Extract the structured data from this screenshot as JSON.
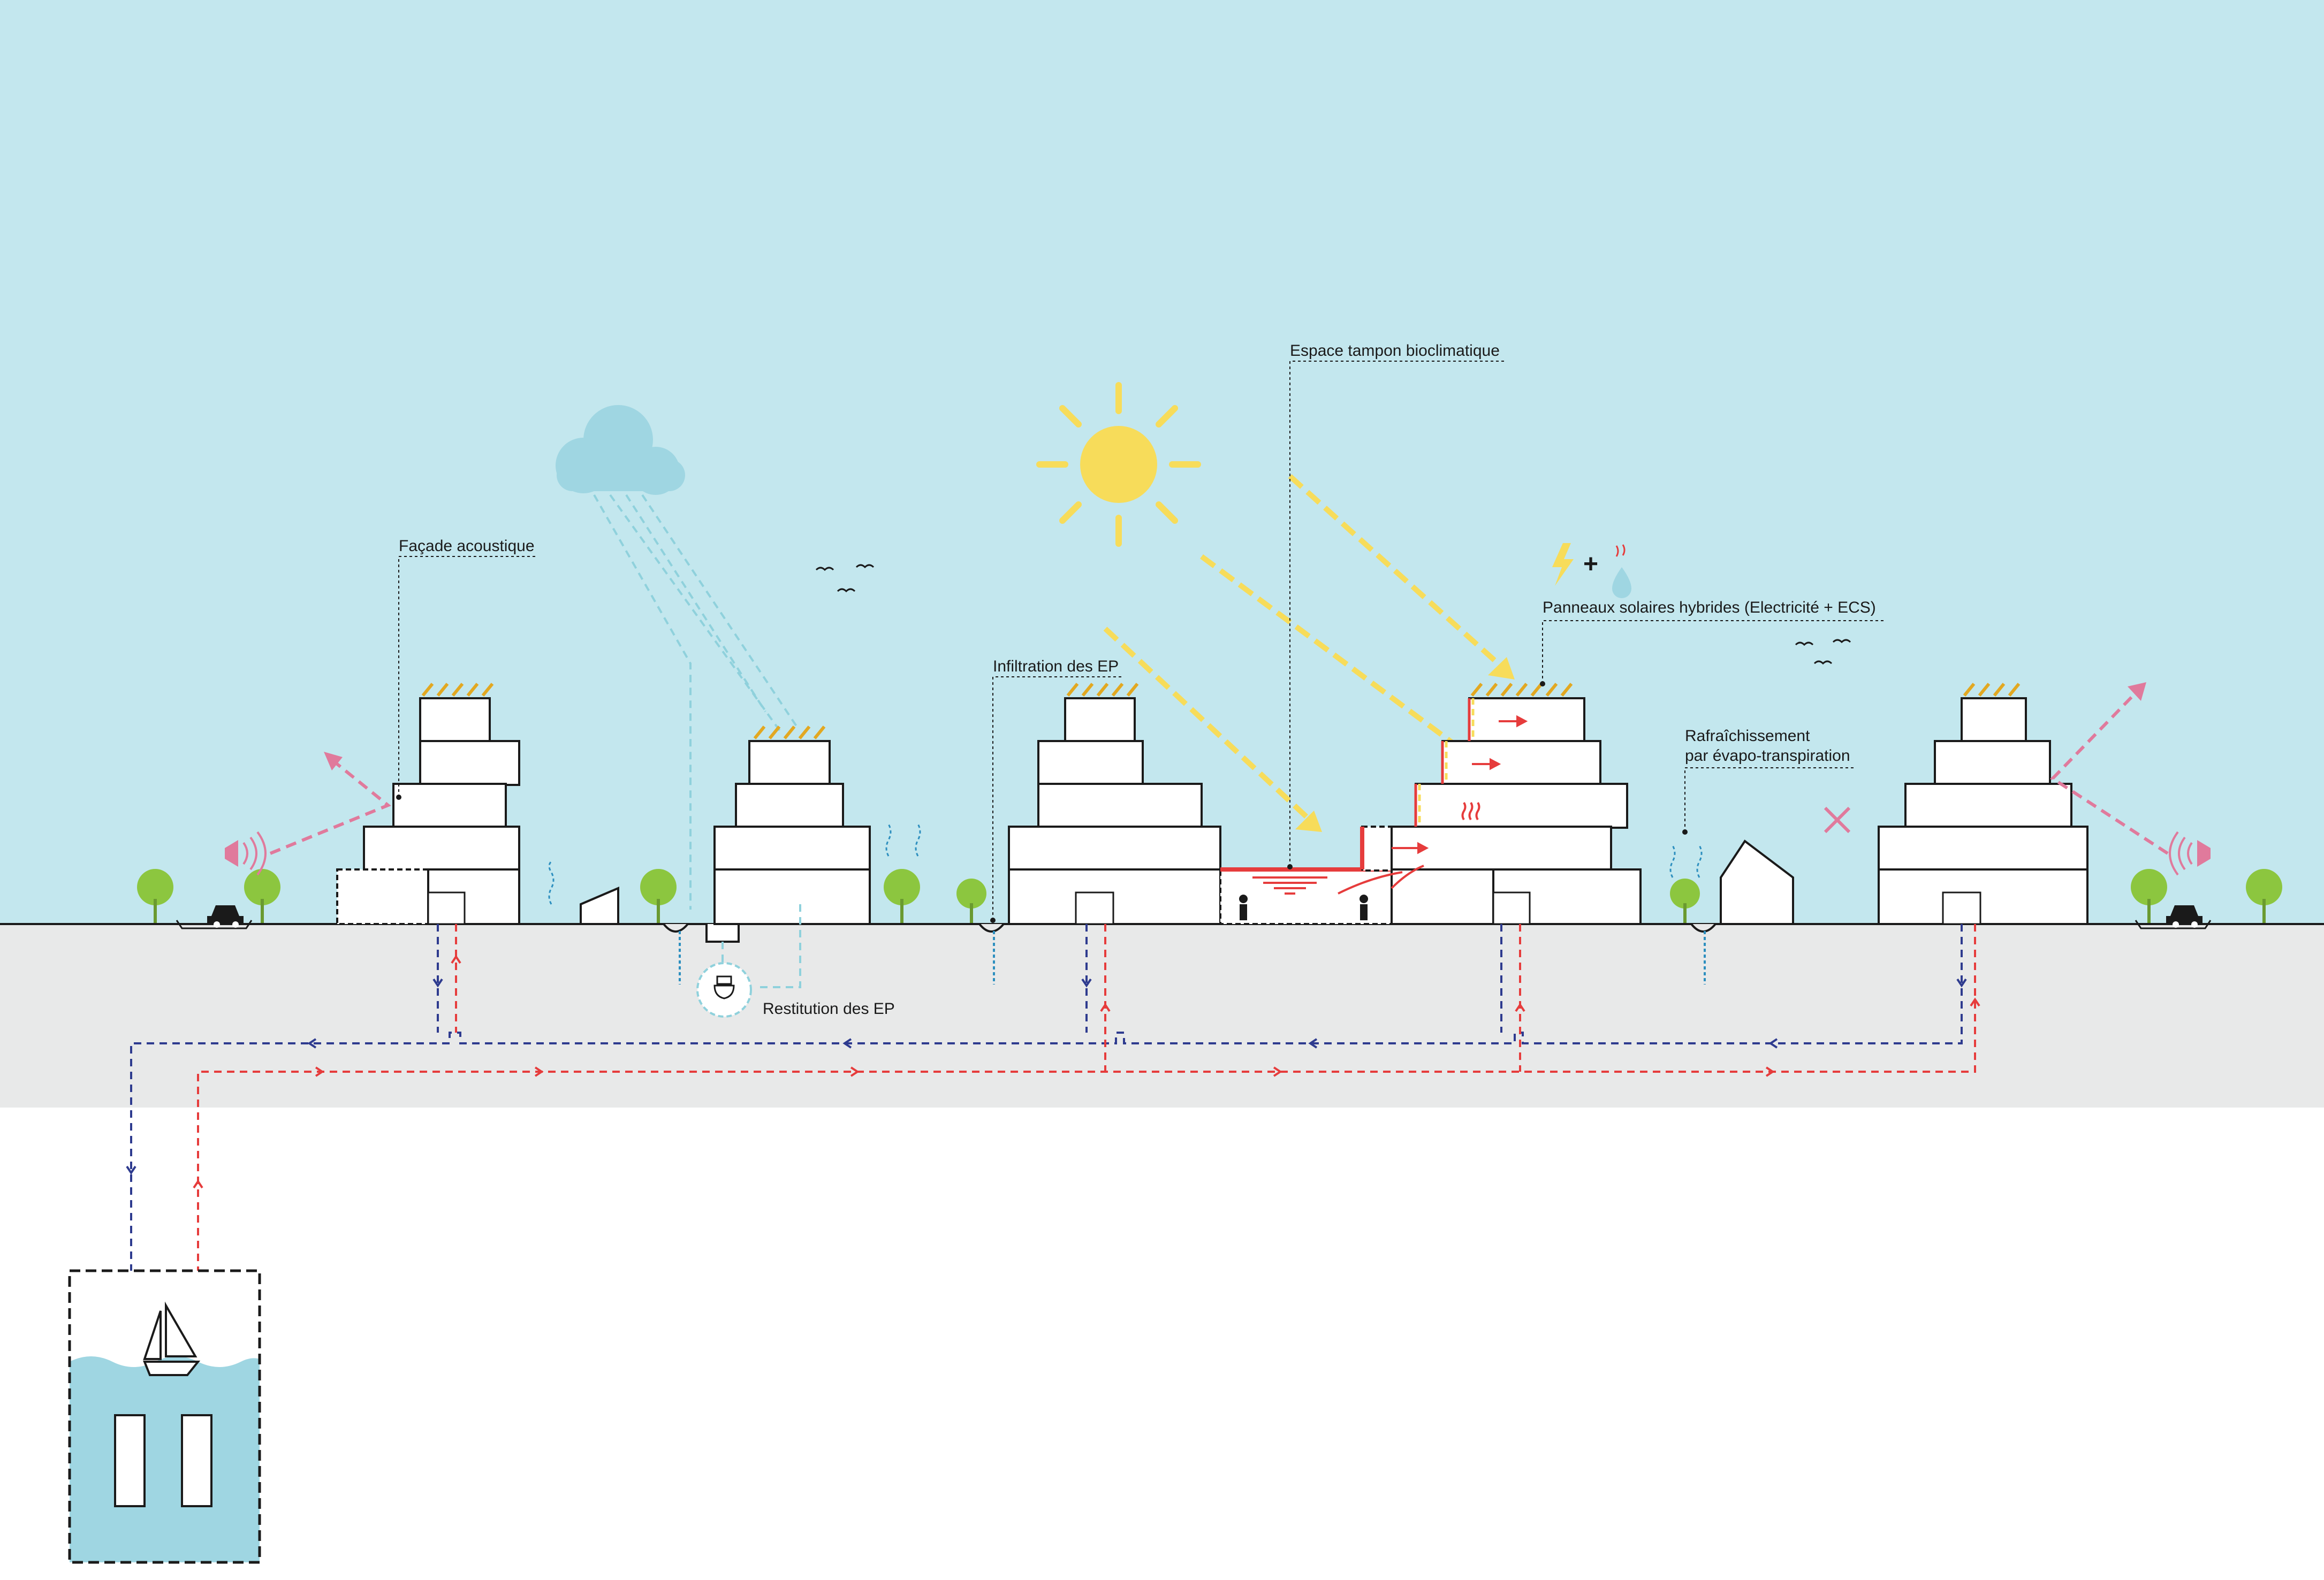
{
  "labels": {
    "facade": "Façade acoustique",
    "infiltration": "Infiltration des EP",
    "espace": "Espace tampon bioclimatique",
    "panneaux": "Panneaux solaires hybrides (Electricité + ECS)",
    "rafraichissement_1": "Rafraîchissement",
    "rafraichissement_2": "par évapo-transpiration",
    "restitution": "Restitution des EP",
    "plus": "+"
  },
  "colors": {
    "sky": "#c3e7ee",
    "ground": "#e8e9e9",
    "water": "#9fd6e2",
    "sun": "#f7dc5a",
    "cold_loop": "#2e3b8f",
    "hot_loop": "#e63c3c",
    "rain": "#8fd1dc",
    "noise": "#e07a9c",
    "tree": "#8cc63f"
  },
  "icons": [
    "cloud-icon",
    "sun-icon",
    "lightning-icon",
    "water-drop-icon",
    "boat-icon",
    "car-icon",
    "tree-icon",
    "bird-icon",
    "speaker-icon",
    "toilet-icon",
    "person-icon"
  ]
}
